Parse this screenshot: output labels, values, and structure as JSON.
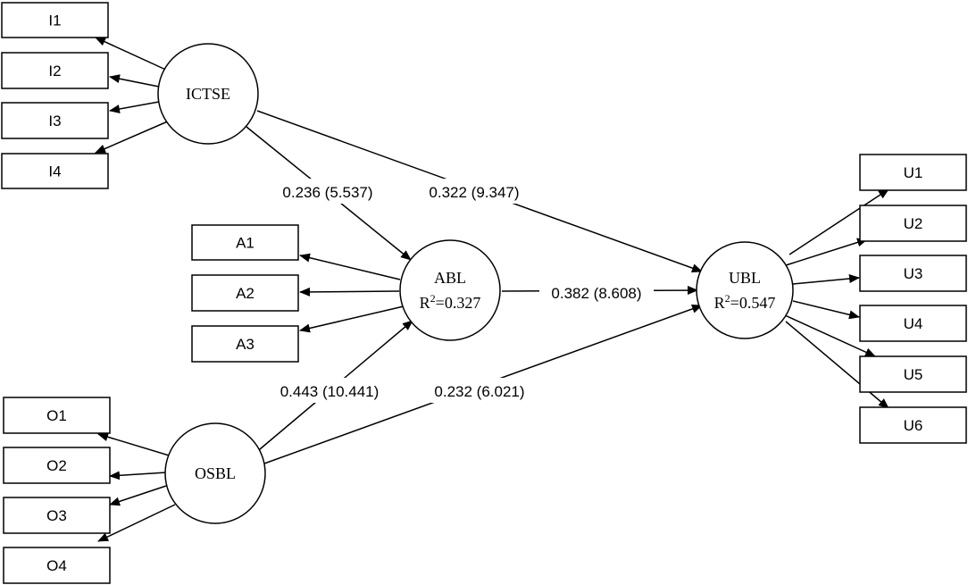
{
  "constructs": {
    "ictse": {
      "name": "ICTSE"
    },
    "abl": {
      "name": "ABL",
      "r2_prefix": "R",
      "r2_sup": "2",
      "r2_value": "=0.327"
    },
    "osbl": {
      "name": "OSBL"
    },
    "ubl": {
      "name": "UBL",
      "r2_prefix": "R",
      "r2_sup": "2",
      "r2_value": "=0.547"
    }
  },
  "indicators": {
    "ictse": [
      "I1",
      "I2",
      "I3",
      "I4"
    ],
    "abl": [
      "A1",
      "A2",
      "A3"
    ],
    "osbl": [
      "O1",
      "O2",
      "O3",
      "O4"
    ],
    "ubl": [
      "U1",
      "U2",
      "U3",
      "U4",
      "U5",
      "U6"
    ]
  },
  "paths": {
    "ictse_abl": "0.236 (5.537)",
    "ictse_ubl": "0.322 (9.347)",
    "abl_ubl": "0.382 (8.608)",
    "osbl_abl": "0.443 (10.441)",
    "osbl_ubl": "0.232 (6.021)"
  }
}
